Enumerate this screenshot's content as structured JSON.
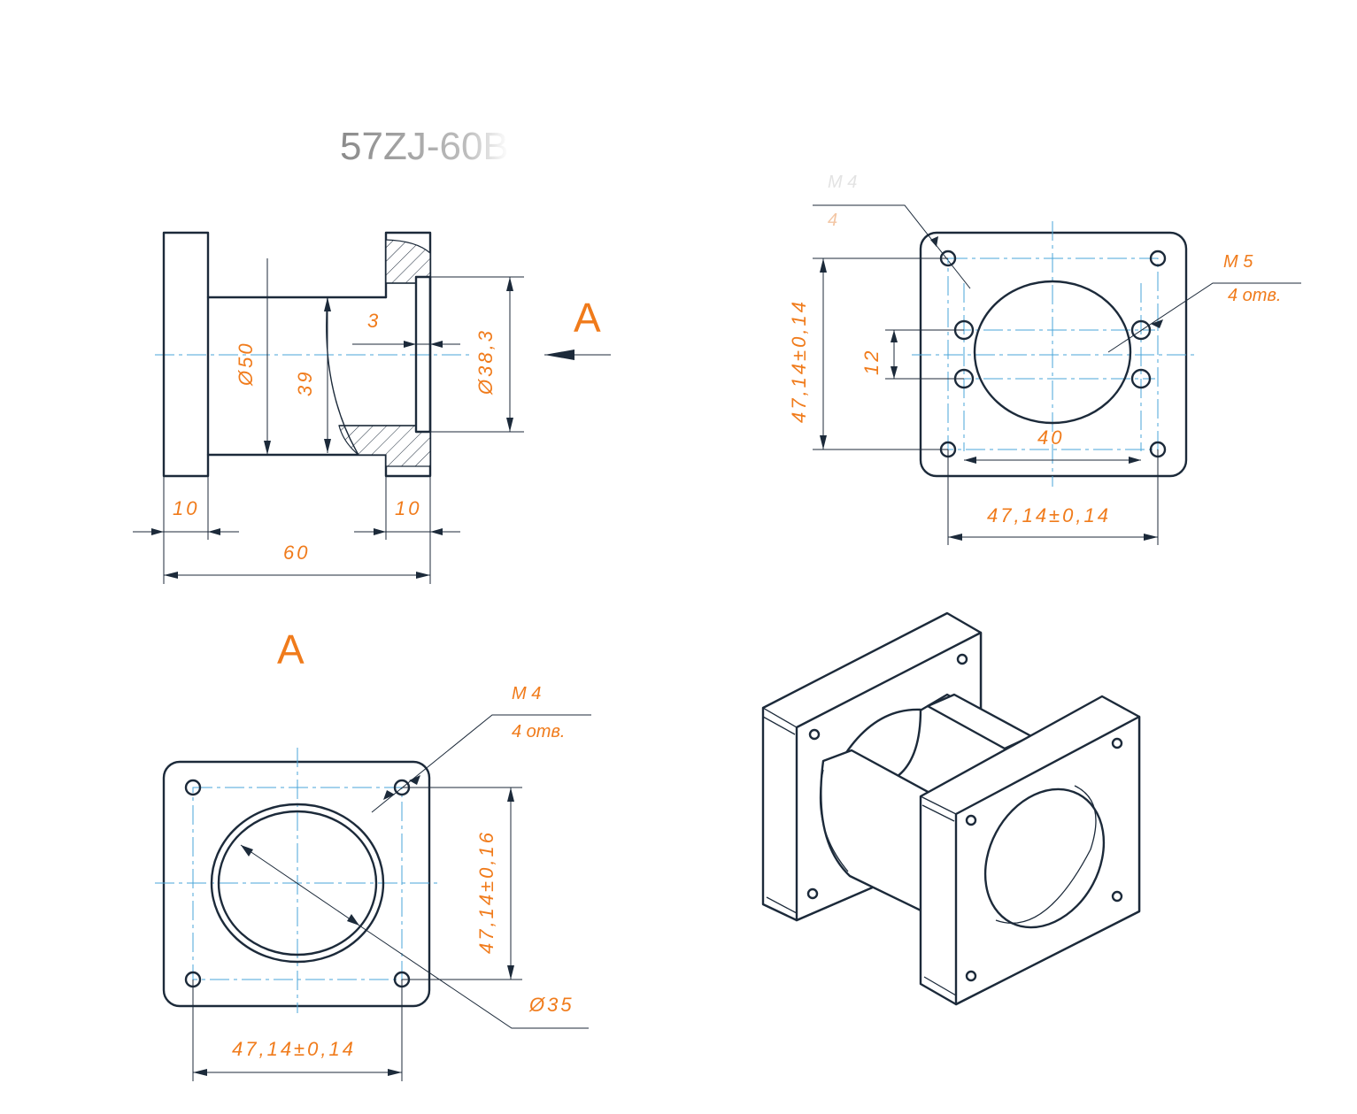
{
  "title": "57ZJ-60B",
  "colors": {
    "annotation": "#f07b1b",
    "line": "#1c2a3a",
    "centerline": "#4aa6d8"
  },
  "side_view": {
    "dim_flange_left": "10",
    "dim_flange_right": "10",
    "dim_total_length": "60",
    "dim_diameter_50": "Ø50",
    "dim_39": "39",
    "dim_3": "3",
    "dim_diameter_38_3": "Ø38,3",
    "view_arrow_label": "A"
  },
  "top_right_view": {
    "thread_label_faded": "M 4",
    "holes_label_faded": "4",
    "thread_label": "M 5",
    "holes_label": "4 отв.",
    "dim_vertical": "47,14±0,14",
    "dim_12": "12",
    "dim_40": "40",
    "dim_horizontal": "47,14±0,14"
  },
  "view_a": {
    "view_label": "A",
    "thread_label": "M 4",
    "holes_label": "4 отв.",
    "dim_vertical": "47,14±0,16",
    "dim_diameter_35": "Ø35",
    "dim_horizontal": "47,14±0,14"
  }
}
